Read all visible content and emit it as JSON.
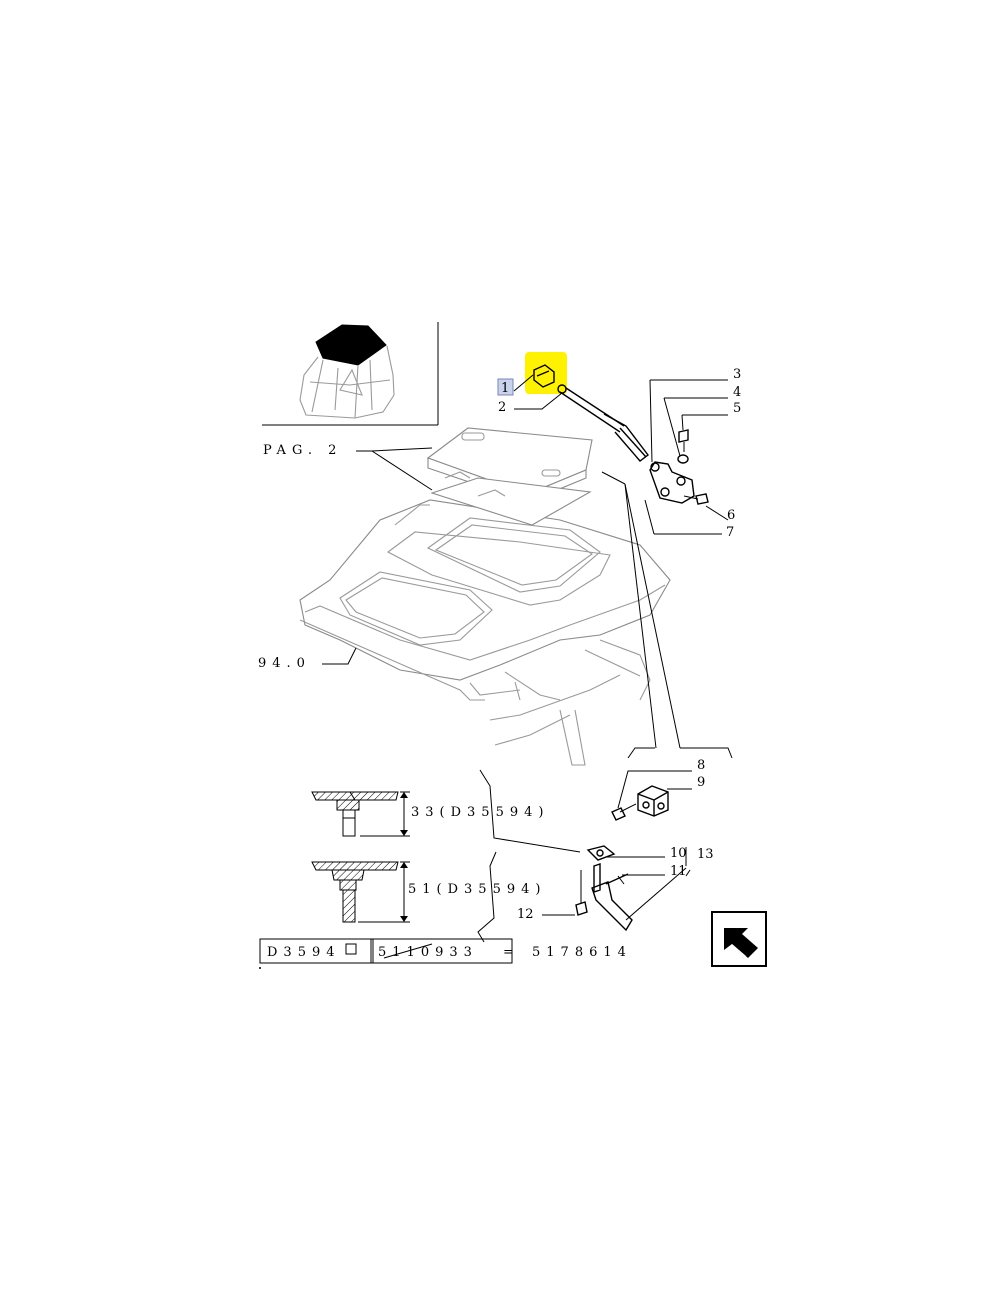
{
  "diagram": {
    "page_ref": "PAG. 2",
    "assembly_ref": "94.0",
    "selected_callout": "1",
    "callouts": {
      "c1": "1",
      "c2": "2",
      "c3": "3",
      "c4": "4",
      "c5": "5",
      "c6": "6",
      "c7": "7",
      "c8": "8",
      "c9": "9",
      "c10": "10",
      "c11": "11",
      "c12": "12",
      "c13": "13"
    },
    "variant_top": "33(D35594)",
    "variant_bottom": "51(D35594)",
    "footer": {
      "code_a": "D3594",
      "code_b": "5110933",
      "equals": "=",
      "code_c": "5178614"
    },
    "colors": {
      "highlight": "#fff200",
      "selected_box": "#c9d3ee",
      "line": "#000000",
      "cab_line": "#9a9a9a"
    },
    "icons": [
      "thumbnail-cab-icon",
      "next-page-arrow-icon"
    ]
  }
}
